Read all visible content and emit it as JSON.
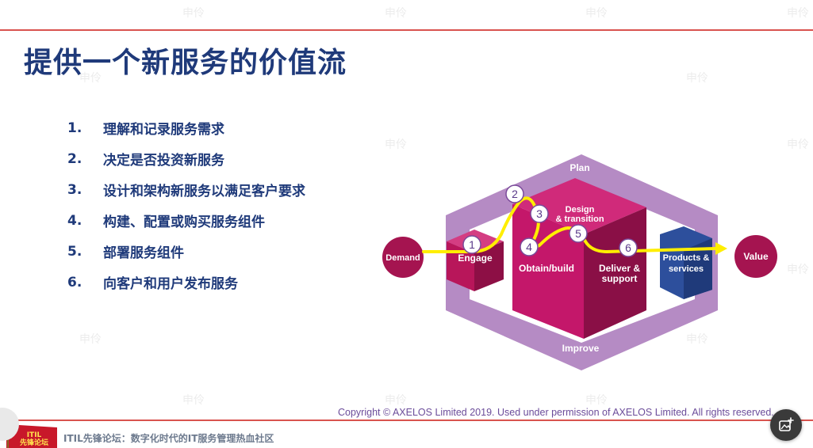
{
  "slide": {
    "title": "提供一个新服务的价值流",
    "steps": [
      {
        "num": "1.",
        "text": "理解和记录服务需求"
      },
      {
        "num": "2.",
        "text": "决定是否投资新服务"
      },
      {
        "num": "3.",
        "text": "设计和架构新服务以满足客户要求"
      },
      {
        "num": "4.",
        "text": "构建、配置或购买服务组件"
      },
      {
        "num": "5.",
        "text": "部署服务组件"
      },
      {
        "num": "6.",
        "text": "向客户和用户发布服务"
      }
    ],
    "copyright": "Copyright © AXELOS Limited 2019. Used under permission of AXELOS Limited. All rights reserved."
  },
  "diagram": {
    "plan": "Plan",
    "improve": "Improve",
    "demand": "Demand",
    "value": "Value",
    "engage": "Engage",
    "design_line1": "Design",
    "design_line2": "& transition",
    "obtain_build": "Obtain/build",
    "deliver_line1": "Deliver &",
    "deliver_line2": "support",
    "products_line1": "Products &",
    "products_line2": "services",
    "markers": [
      "1",
      "2",
      "3",
      "4",
      "5",
      "6"
    ],
    "colors": {
      "hexagon": "#b58bc4",
      "hexagon_inner": "#ffffff",
      "engage_cube": "#b8165a",
      "big_cube": "#c4176a",
      "big_cube_top": "#d02a7a",
      "big_cube_side": "#8a0f46",
      "products_cube": "#2d4f9c",
      "circle": "#a51450",
      "path": "#ffee00"
    }
  },
  "footer": {
    "logo_line1": "ITIL",
    "logo_line2": "先锋论坛",
    "text": "ITIL先锋论坛：数字化时代的IT服务管理热血社区"
  },
  "watermark": "申伶"
}
